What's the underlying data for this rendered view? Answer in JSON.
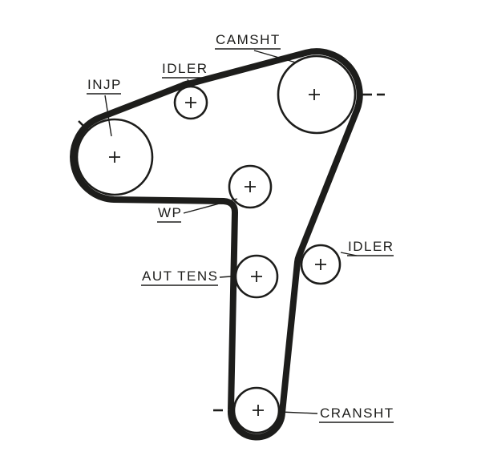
{
  "diagram": {
    "type": "timing-belt-routing",
    "colors": {
      "background": "#ffffff",
      "line": "#1d1d1b",
      "belt": "#1d1d1b"
    },
    "labels": {
      "injp": "INJP",
      "idler_top": "IDLER",
      "camshaft": "CAMSHT",
      "water_pump": "WP",
      "tensioner": "AUT TENS",
      "idler_right": "IDLER",
      "crankshaft": "CRANSHT"
    }
  }
}
